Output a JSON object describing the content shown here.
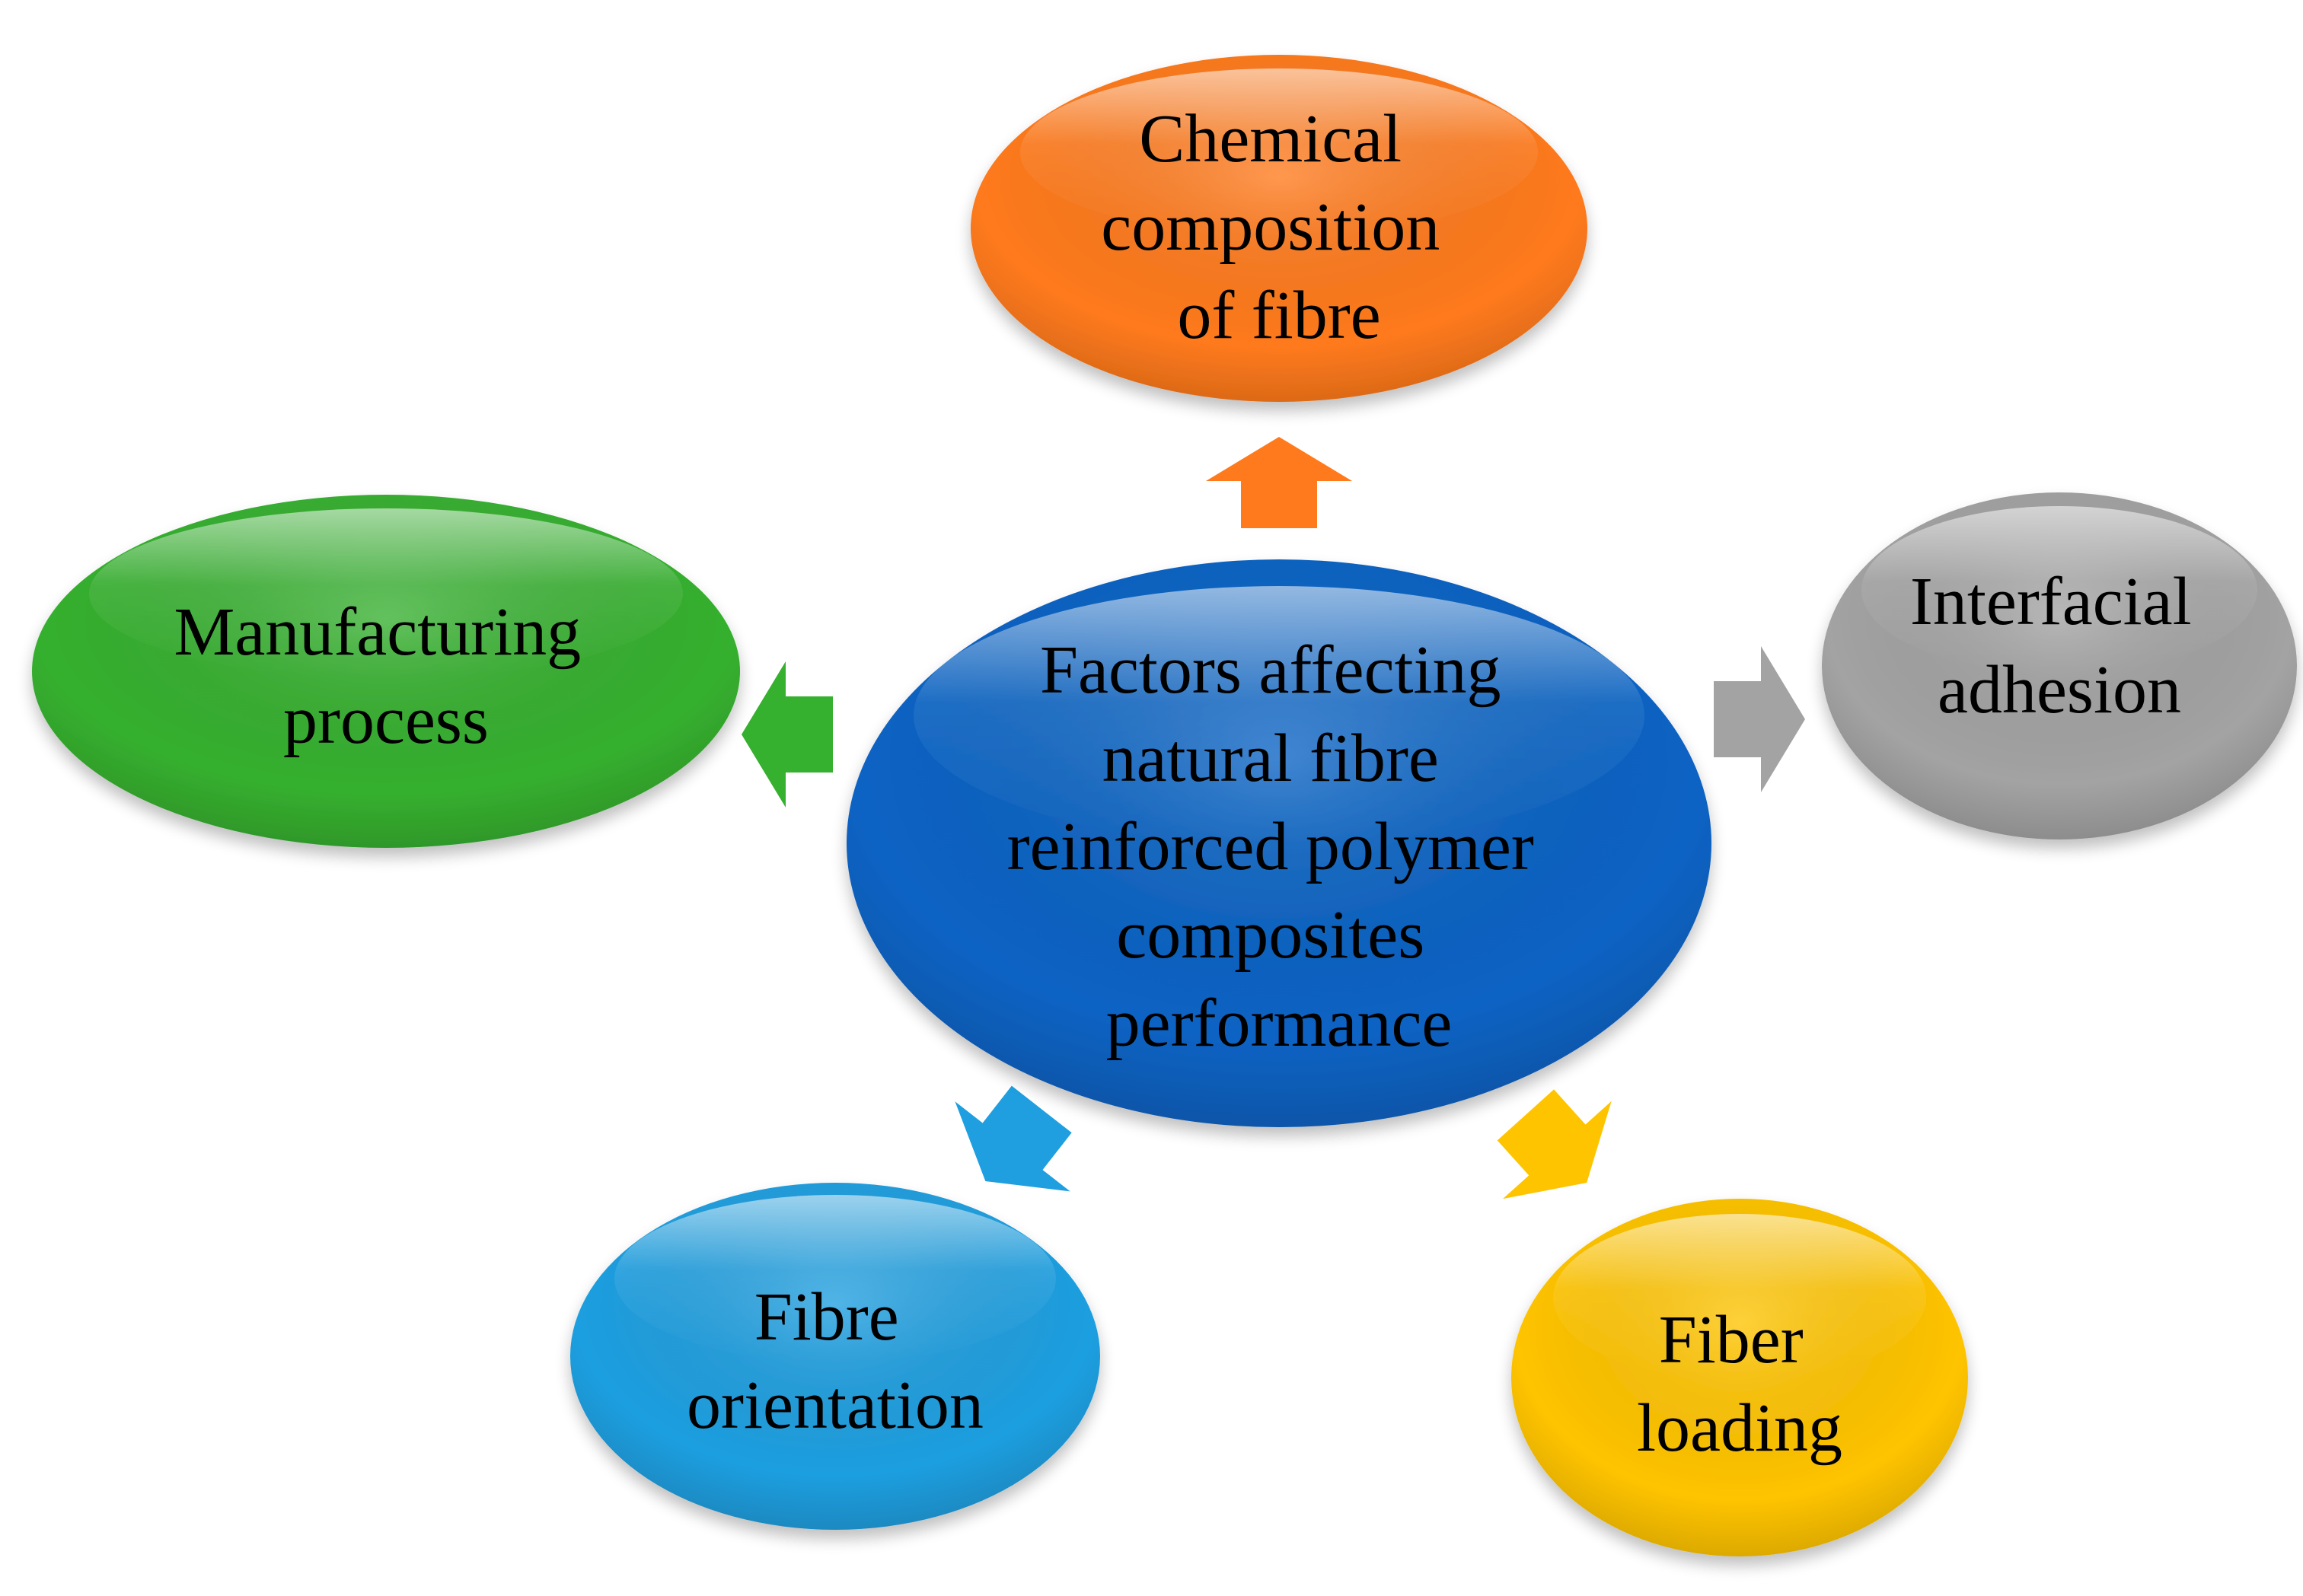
{
  "center": {
    "lines": [
      "Factors affecting",
      "natural fibre",
      "reinforced polymer",
      "composites",
      "performance"
    ],
    "color": "#0a63c4"
  },
  "nodes": [
    {
      "id": "chemical-composition",
      "lines": [
        "Chemical",
        "composition",
        "of fibre"
      ],
      "color": "#ff7a1c"
    },
    {
      "id": "interfacial-adhesion",
      "lines": [
        "Interfacial",
        "adhesion"
      ],
      "color": "#a3a3a3"
    },
    {
      "id": "fiber-loading",
      "lines": [
        "Fiber",
        "loading"
      ],
      "color": "#ffc400"
    },
    {
      "id": "fibre-orientation",
      "lines": [
        "Fibre",
        "orientation"
      ],
      "color": "#1f9fe0"
    },
    {
      "id": "manufacturing-process",
      "lines": [
        "Manufacturing",
        "process"
      ],
      "color": "#36b02f"
    }
  ]
}
